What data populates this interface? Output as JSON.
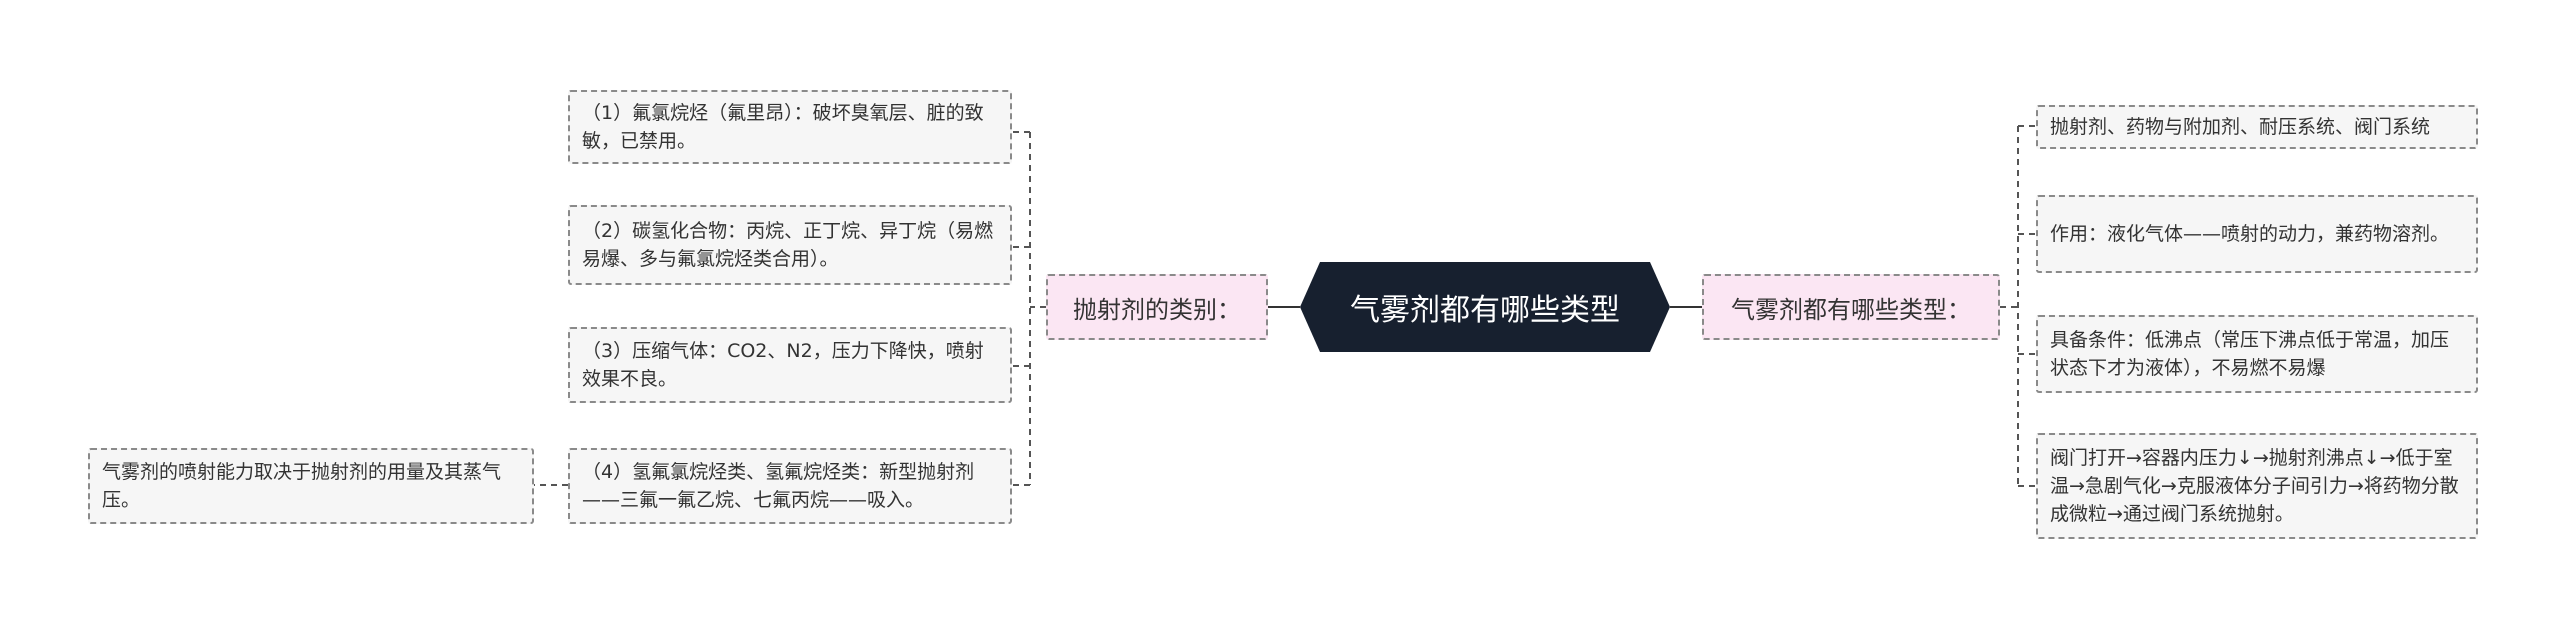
{
  "central": {
    "title": "气雾剂都有哪些类型"
  },
  "left_branch": {
    "label": "抛射剂的类别：",
    "items": [
      "（1）氟氯烷烃（氟里昂）：破坏臭氧层、脏的致敏，已禁用。",
      "（2）碳氢化合物：丙烷、正丁烷、异丁烷（易燃易爆、多与氟氯烷烃类合用）。",
      "（3）压缩气体：CO2、N2，压力下降快，喷射效果不良。",
      "（4）氢氟氯烷烃类、氢氟烷烃类：新型抛射剂——三氟一氟乙烷、七氟丙烷——吸入。"
    ],
    "sub_item": "气雾剂的喷射能力取决于抛射剂的用量及其蒸气压。"
  },
  "right_branch": {
    "label": "气雾剂都有哪些类型：",
    "items": [
      "抛射剂、药物与附加剂、耐压系统、阀门系统",
      "作用：液化气体——喷射的动力，兼药物溶剂。",
      "具备条件：低沸点（常压下沸点低于常温，加压状态下才为液体），不易燃不易爆",
      "阀门打开→容器内压力↓→抛射剂沸点↓→低于室温→急剧气化→克服液体分子间引力→将药物分散成微粒→通过阀门系统抛射。"
    ]
  },
  "colors": {
    "central_bg": "#17202f",
    "branch_bg": "#fbe6f3",
    "leaf_bg": "#f6f6f6",
    "border": "#8a8a8a",
    "line": "#333333"
  }
}
